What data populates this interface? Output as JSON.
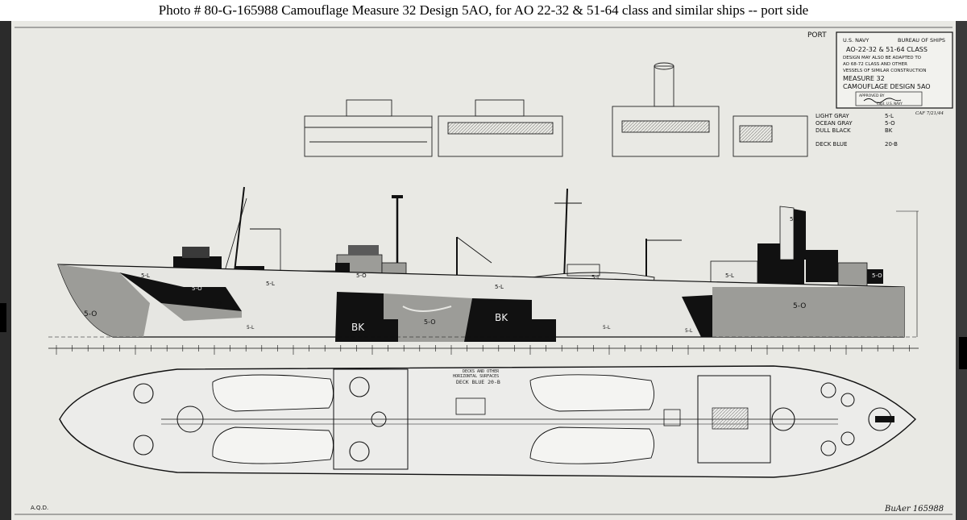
{
  "caption": "Photo # 80-G-165988      Camouflage Measure 32 Design 5AO, for AO 22-32 & 51-64 class and similar ships -- port side",
  "sheet": {
    "view_label": "PORT",
    "title_block": {
      "line1_left": "U.S. NAVY",
      "line1_right": "BUREAU OF SHIPS",
      "line2": "AO-22-32 & 51-64 CLASS",
      "line3": "DESIGN MAY ALSO BE ADAPTED TO",
      "line4": "AO 68-72 CLASS AND OTHER",
      "line5": "VESSELS OF SIMILAR CONSTRUCTION",
      "line6": "MEASURE 32",
      "line7": "CAMOUFLAGE DESIGN 5AO",
      "approved": "APPROVED BY",
      "signature": "Capt. U.S. NAVY"
    },
    "date_note": "CAF 7/21/44",
    "legend": [
      {
        "name": "LIGHT GRAY",
        "code": "5-L",
        "color": "#e6e6e2"
      },
      {
        "name": "OCEAN GRAY",
        "code": "5-O",
        "color": "#9c9c98"
      },
      {
        "name": "DULL BLACK",
        "code": "BK",
        "color": "#111111"
      },
      {
        "name": "DECK BLUE",
        "code": "20-B",
        "color": "#6e6e6e"
      }
    ],
    "hull_labels": {
      "bow": "5-O",
      "fwd_upper": "5-L",
      "fwd_mid": "5-O",
      "fwd_mid2": "5-O",
      "fwd_light": "5-L",
      "fwd_house": "5-O",
      "bk1": "BK",
      "center": "5-O",
      "bk2": "BK",
      "light_mid": "5-L",
      "boat": "5-L",
      "stern": "5-O",
      "stern_house": "5-O",
      "stack": "5-L",
      "aft_house": "5-L",
      "waterline_1": "5-L",
      "waterline_2": "5-L",
      "waterline_3": "5-L"
    },
    "deck_note": {
      "line1": "DECKS AND OTHER",
      "line2": "HORIZONTAL SURFACES",
      "line3": "DECK BLUE 20-B"
    },
    "corner_bottom_left": "A.Q.D.",
    "corner_bottom_right": "BuAer 165988"
  }
}
